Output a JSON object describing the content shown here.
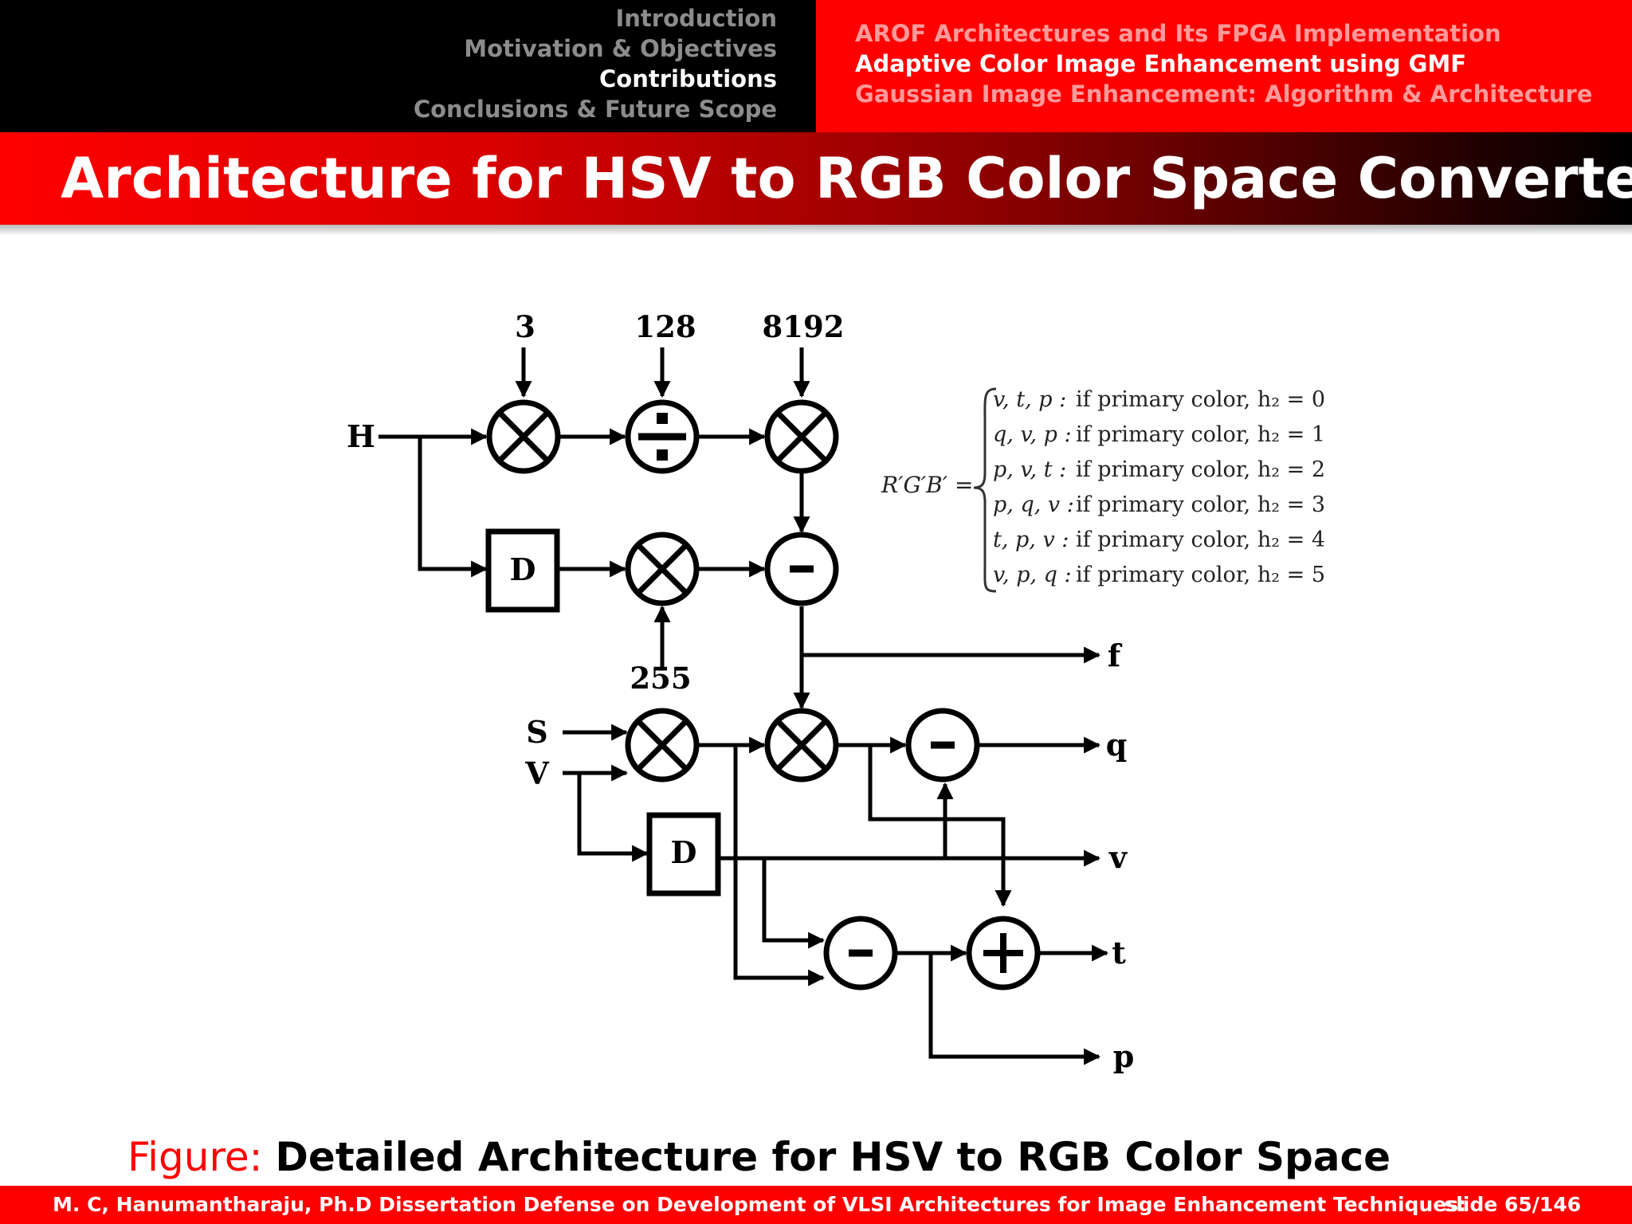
{
  "nav": {
    "sections": [
      "Introduction",
      "Motivation & Objectives",
      "Contributions",
      "Conclusions & Future Scope"
    ],
    "active_section": 2,
    "subsections": [
      "AROF Architectures and Its FPGA Implementation",
      "Adaptive Color Image Enhancement using GMF",
      "Gaussian Image Enhancement: Algorithm & Architecture"
    ],
    "active_subsection": 1
  },
  "slide_title": "Architecture for HSV to RGB Color Space Converter",
  "diagram": {
    "constants": {
      "c3": "3",
      "c128": "128",
      "c8192": "8192",
      "c255": "255"
    },
    "inputs": {
      "h": "H",
      "s": "S",
      "v": "V"
    },
    "delay_label": "D",
    "outputs": {
      "f": "f",
      "q": "q",
      "v": "v",
      "t": "t",
      "p": "p"
    },
    "equation": {
      "lhs": "R′G′B′ =",
      "cases": [
        {
          "args": "v, t, p :",
          "cond": "if primary color, h₂ = 0"
        },
        {
          "args": "q, v, p :",
          "cond": "if primary color, h₂ = 1"
        },
        {
          "args": "p, v, t :",
          "cond": "if primary color, h₂ = 2"
        },
        {
          "args": "p, q, v :",
          "cond": "if primary color, h₂ = 3"
        },
        {
          "args": "t, p, v :",
          "cond": "if primary color, h₂ = 4"
        },
        {
          "args": "v, p, q :",
          "cond": "if primary color, h₂ = 5"
        }
      ]
    }
  },
  "caption": {
    "prefix": "Figure:",
    "text": "Detailed Architecture for HSV to RGB Color Space"
  },
  "footer": {
    "text": "M. C, Hanumantharaju, Ph.D Dissertation Defense on Development of VLSI Architectures for Image Enhancement Techniques:",
    "slide": "slide 65/146"
  },
  "colors": {
    "accent": "#ff0000",
    "header_left": "#000000",
    "nav_inactive": "#8c8c8c"
  }
}
